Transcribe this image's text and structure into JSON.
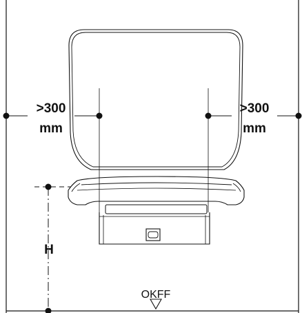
{
  "labels": {
    "left_distance_value": ">300",
    "left_distance_unit": "mm",
    "right_distance_value": ">300",
    "right_distance_unit": "mm",
    "height": "H",
    "reference_level": "OKFF"
  },
  "colors": {
    "stroke": "#111111",
    "background": "#ffffff"
  },
  "icons": {
    "reference_marker": "downward-triangle-icon"
  }
}
